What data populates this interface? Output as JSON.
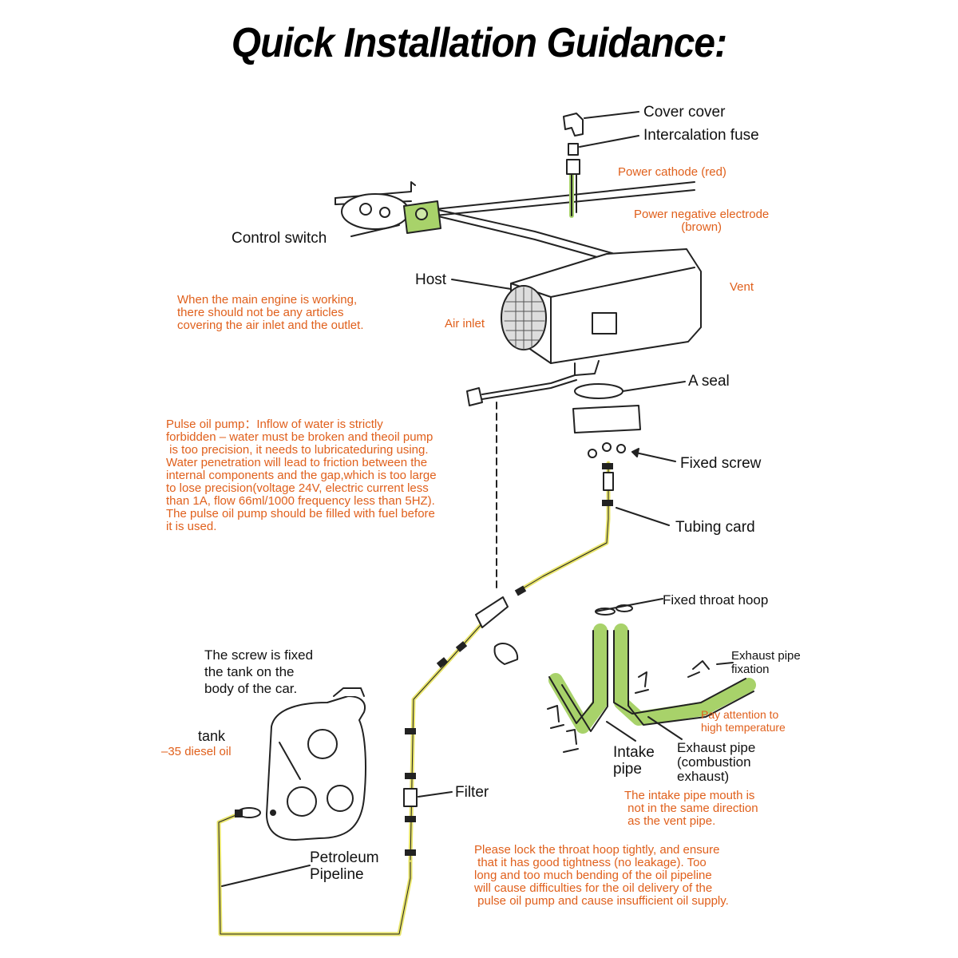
{
  "title": "Quick Installation Guidance:",
  "labels": {
    "cover_cover": "Cover cover",
    "intercalation_fuse": "Intercalation fuse",
    "control_switch": "Control switch",
    "host": "Host",
    "a_seal": "A seal",
    "fixed_screw": "Fixed screw",
    "tubing_card": "Tubing card",
    "fixed_throat_hoop": "Fixed throat hoop",
    "exhaust_pipe_fixation": "Exhaust pipe\nfixation",
    "screw_fixed_tank": "The screw is fixed\nthe tank on the\nbody of the car.",
    "tank": "tank",
    "filter": "Filter",
    "petroleum_pipeline": "Petroleum\nPipeline",
    "intake_pipe": "Intake\npipe",
    "exhaust_pipe": "Exhaust pipe\n(combustion\nexhaust)"
  },
  "notes": {
    "power_cathode": "Power cathode (red)",
    "power_negative": "Power negative electrode\n(brown)",
    "vent": "Vent",
    "air_inlet": "Air inlet",
    "main_engine_warning": "When the main engine is working,\nthere should not be any articles\ncovering the air inlet and the outlet.",
    "pulse_oil_pump": "Pulse oil pump：Inflow of water is strictly\nforbidden – water must be broken and theoil pump\n is too precision, it needs to lubricateduring using.\nWater penetration will lead to friction between the\ninternal components and the gap,which is too large\nto lose precision(voltage 24V, electric current less\nthan 1A, flow 66ml/1000 frequency less than 5HZ).\nThe pulse oil pump should be filled with fuel before\nit is used.",
    "diesel_oil": "–35 diesel oil",
    "high_temperature": "Pay attention to\nhigh temperature",
    "intake_mouth": "The intake pipe mouth is\n not in the same direction\n as the vent pipe.",
    "throat_hoop_lock": "Please lock the throat hoop tightly, and ensure\n that it has good tightness (no leakage). Too\nlong and too much bending of the oil pipeline\nwill cause difficulties for the oil delivery of the\n pulse oil pump and cause insufficient oil supply."
  },
  "colors": {
    "note_text": "#e0601c",
    "hose_green": "#a8d26a",
    "fuel_line_yellow": "#e8e46a",
    "line": "#222222"
  }
}
